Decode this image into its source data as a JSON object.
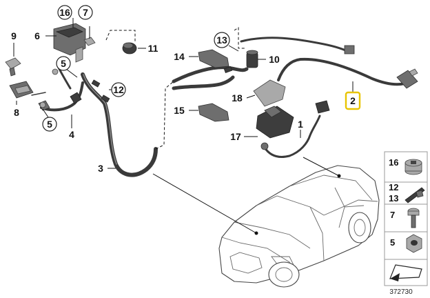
{
  "callouts": {
    "c1": "1",
    "c2": "2",
    "c3": "3",
    "c4": "4",
    "c5a": "5",
    "c5b": "5",
    "c6": "6",
    "c7": "7",
    "c8": "8",
    "c9": "9",
    "c10": "10",
    "c11": "11",
    "c12": "12",
    "c13": "13",
    "c14": "14",
    "c15": "15",
    "c16": "16",
    "c17": "17",
    "c18": "18"
  },
  "legend": {
    "items": [
      "16",
      "12",
      "13",
      "7",
      "5"
    ]
  },
  "reference_number": "372730",
  "colors": {
    "highlight": "#e8c400",
    "cable": "#3a3a3a"
  }
}
